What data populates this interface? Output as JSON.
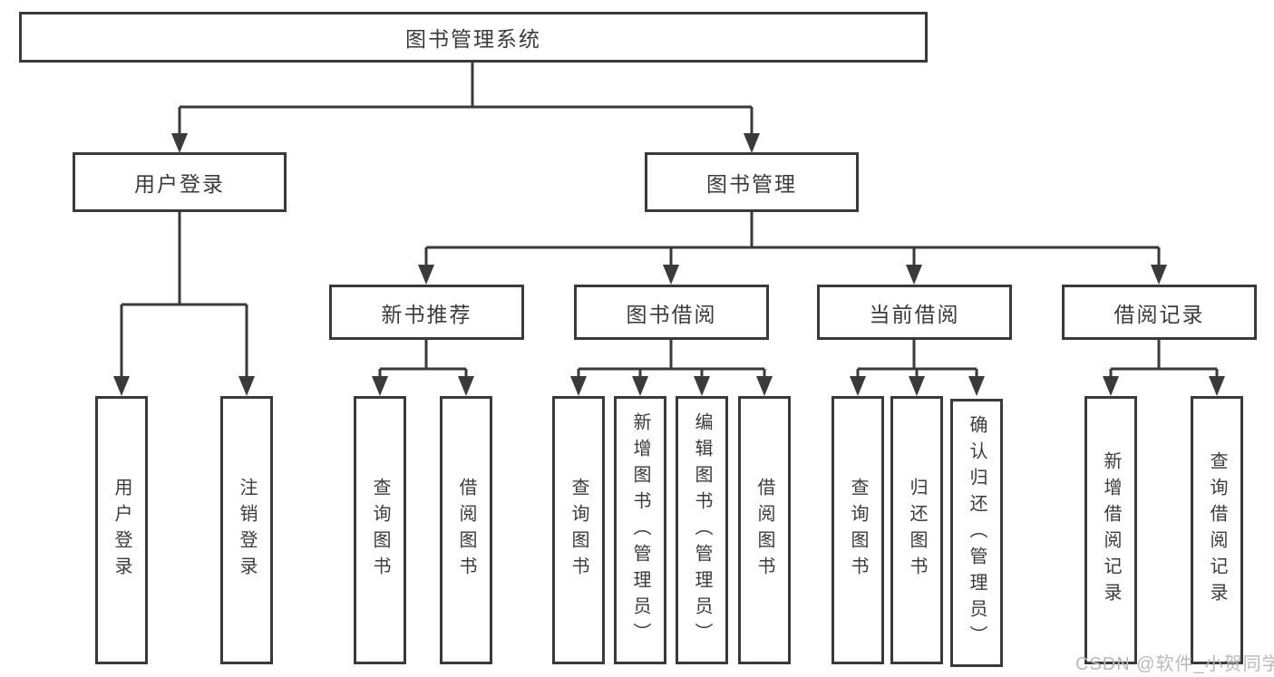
{
  "diagram": {
    "root": {
      "label": "图书管理系统"
    },
    "branches": [
      {
        "label": "用户登录",
        "leaves": [
          "用户登录",
          "注销登录"
        ]
      },
      {
        "label": "图书管理",
        "groups": [
          {
            "label": "新书推荐",
            "leaves": [
              "查询图书",
              "借阅图书"
            ]
          },
          {
            "label": "图书借阅",
            "leaves": [
              "查询图书",
              "新增图书（管理员）",
              "编辑图书（管理员）",
              "借阅图书"
            ]
          },
          {
            "label": "当前借阅",
            "leaves": [
              "查询图书",
              "归还图书",
              "确认归还（管理员）"
            ]
          },
          {
            "label": "借阅记录",
            "leaves": [
              "新增借阅记录",
              "查询借阅记录"
            ]
          }
        ]
      }
    ]
  },
  "watermark": {
    "text": "CSDN @软件_小贺同学"
  },
  "colors": {
    "line": "#3a3a3a",
    "box_border": "#3a3a3a",
    "text": "#3b3b3b",
    "watermark_text": "#b9b9b9",
    "background": "#ffffff"
  }
}
